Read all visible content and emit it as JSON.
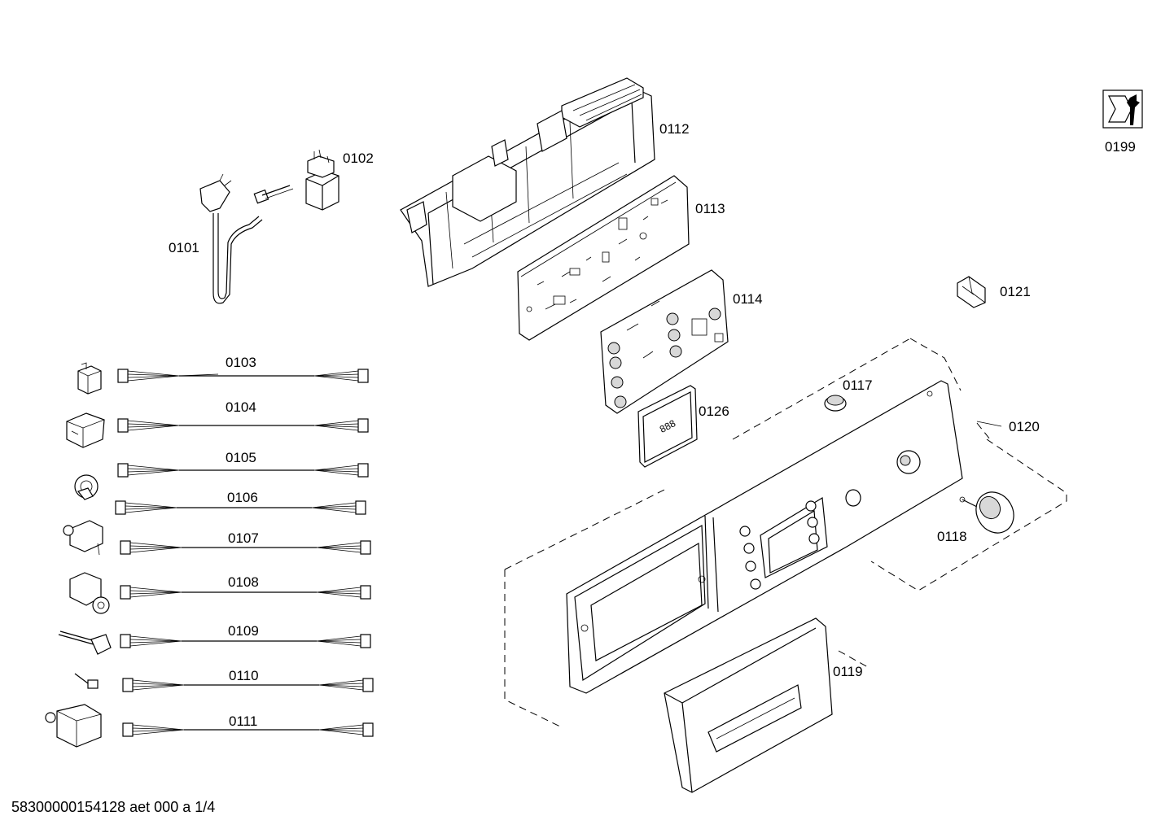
{
  "parts": {
    "p0101": "0101",
    "p0102": "0102",
    "p0103": "0103",
    "p0104": "0104",
    "p0105": "0105",
    "p0106": "0106",
    "p0107": "0107",
    "p0108": "0108",
    "p0109": "0109",
    "p0110": "0110",
    "p0111": "0111",
    "p0112": "0112",
    "p0113": "0113",
    "p0114": "0114",
    "p0117": "0117",
    "p0118": "0118",
    "p0119": "0119",
    "p0120": "0120",
    "p0121": "0121",
    "p0126": "0126",
    "p0199": "0199"
  },
  "footer": "58300000154128 aet 000 a 1/4",
  "icons": {
    "service_kit": "tool-kit-icon"
  }
}
